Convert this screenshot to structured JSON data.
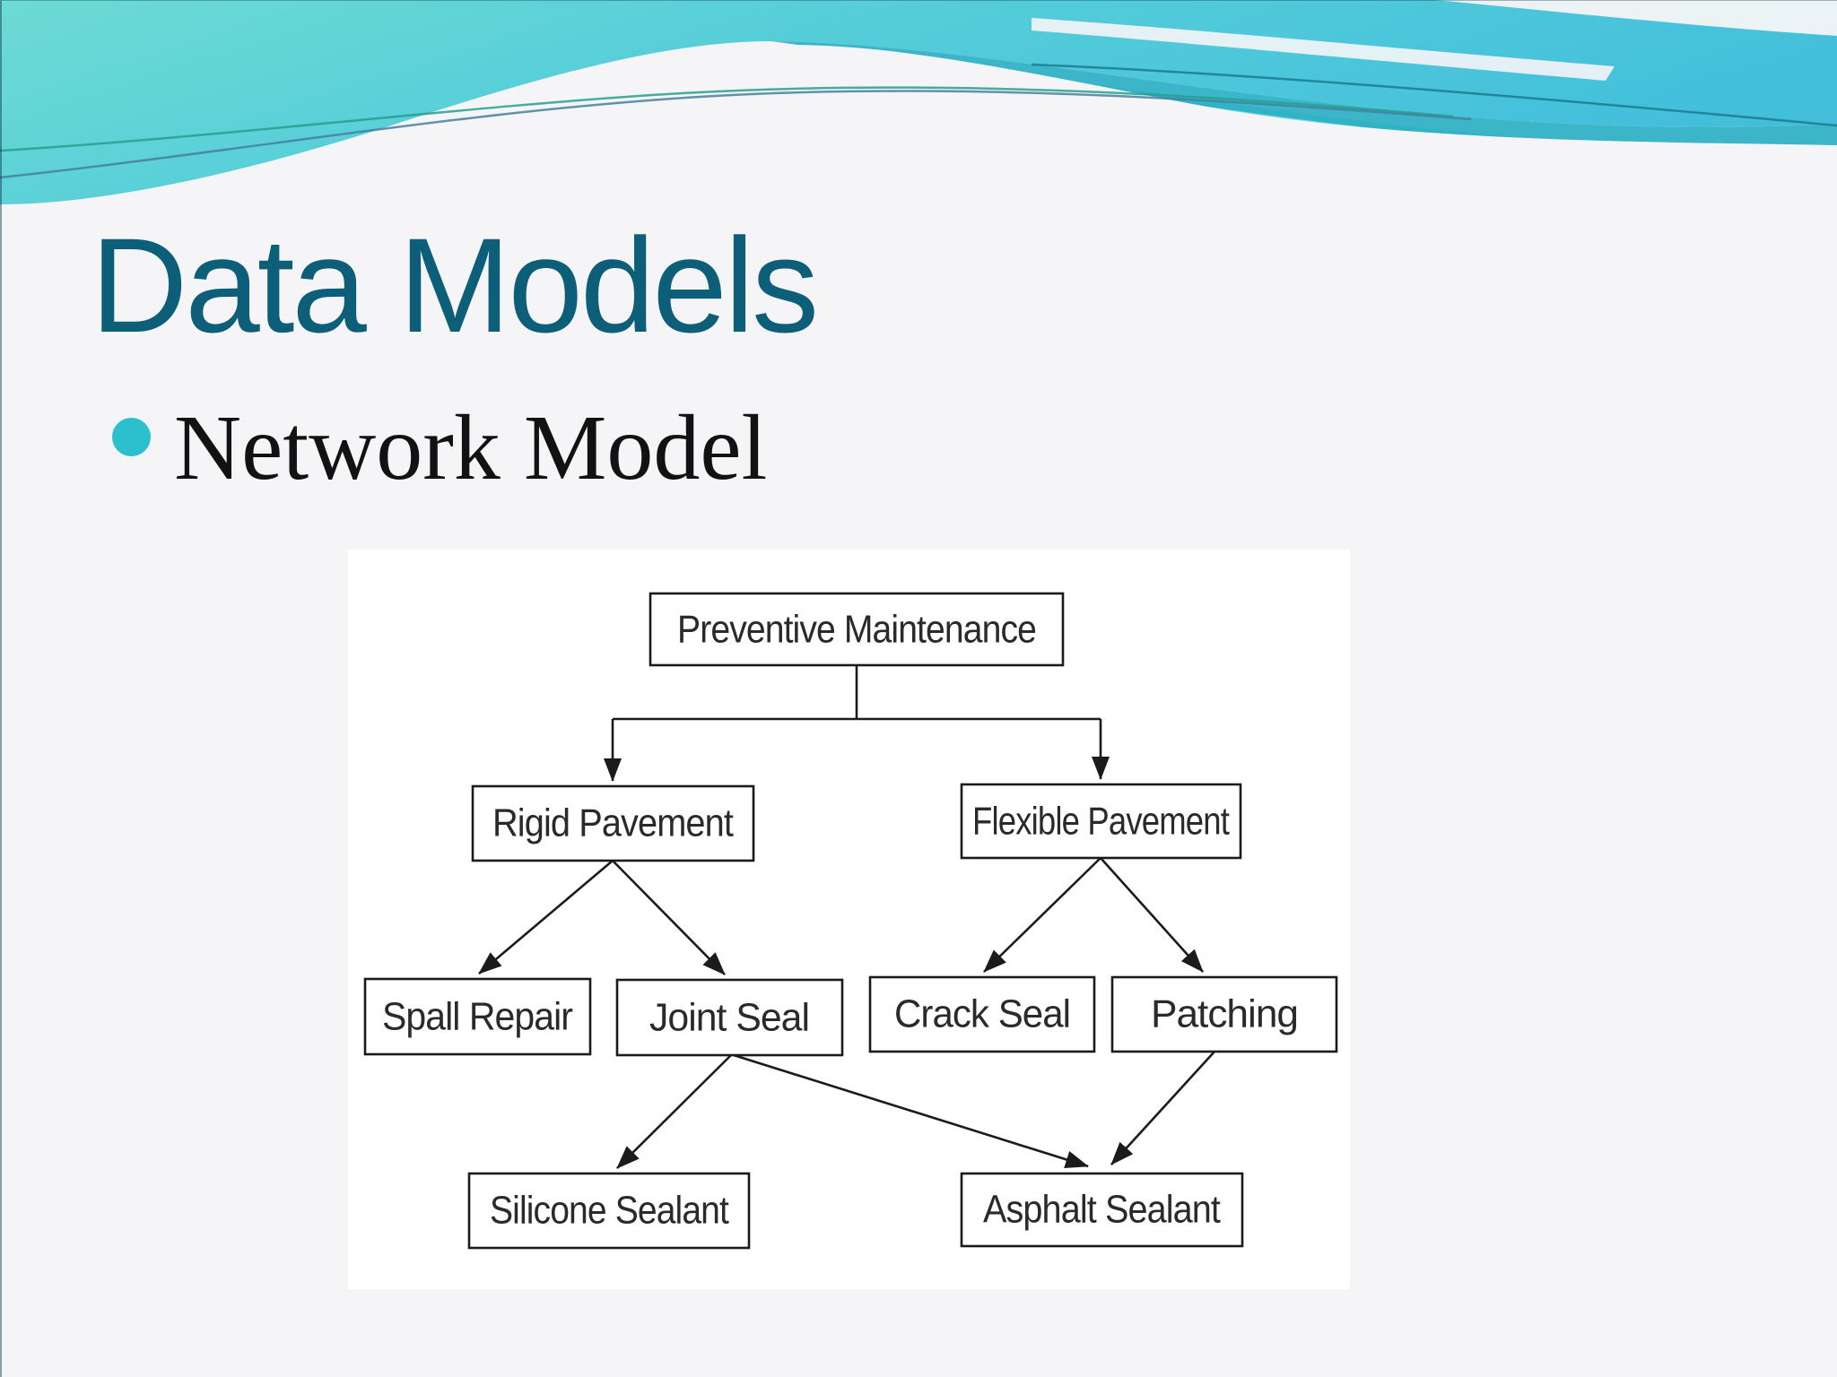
{
  "slide": {
    "title": "Data Models",
    "bullet_item": "Network Model"
  },
  "colors": {
    "title_text": "#0d5f79",
    "bullet_dot": "#2bc0cd",
    "wave_cyan": "#4cc5dc",
    "wave_teal_dark": "#28aec2",
    "background": "#f5f5f7",
    "diagram_panel": "#ffffff",
    "diagram_ink": "#1b1b1b"
  },
  "diagram": {
    "nodes": {
      "preventive": "Preventive Maintenance",
      "rigid": "Rigid Pavement",
      "flexible": "Flexible Pavement",
      "spall": "Spall Repair",
      "joint": "Joint Seal",
      "crack": "Crack Seal",
      "patching": "Patching",
      "silicone": "Silicone Sealant",
      "asphalt": "Asphalt Sealant"
    },
    "edges": [
      {
        "from": "Preventive Maintenance",
        "to": "Rigid Pavement"
      },
      {
        "from": "Preventive Maintenance",
        "to": "Flexible Pavement"
      },
      {
        "from": "Rigid Pavement",
        "to": "Spall Repair"
      },
      {
        "from": "Rigid Pavement",
        "to": "Joint Seal"
      },
      {
        "from": "Flexible Pavement",
        "to": "Crack Seal"
      },
      {
        "from": "Flexible Pavement",
        "to": "Patching"
      },
      {
        "from": "Joint Seal",
        "to": "Silicone Sealant"
      },
      {
        "from": "Joint Seal",
        "to": "Asphalt Sealant"
      },
      {
        "from": "Patching",
        "to": "Asphalt Sealant"
      }
    ]
  }
}
